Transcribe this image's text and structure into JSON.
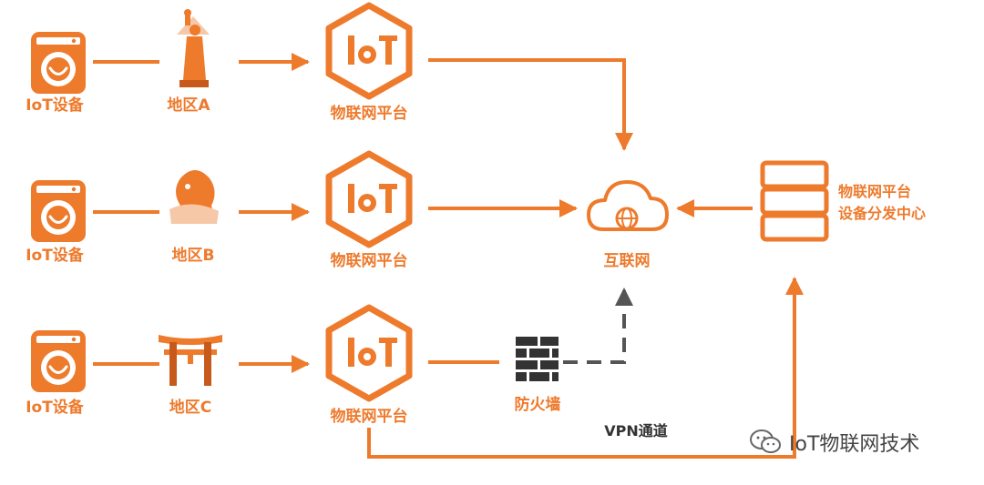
{
  "colors": {
    "accent": "#ee7a2c",
    "dark": "#333333"
  },
  "rows": [
    {
      "device_label": "IoT设备",
      "region_label": "地区A",
      "region_icon": "statue-of-liberty-icon",
      "platform_label": "物联网平台"
    },
    {
      "device_label": "IoT设备",
      "region_label": "地区B",
      "region_icon": "merlion-icon",
      "platform_label": "物联网平台"
    },
    {
      "device_label": "IoT设备",
      "region_label": "地区C",
      "region_icon": "torii-gate-icon",
      "platform_label": "物联网平台"
    }
  ],
  "platform_logo_text": "IoT",
  "internet_label": "互联网",
  "firewall_label": "防火墙",
  "vpn_label": "VPN通道",
  "dispatch_center": {
    "line1": "物联网平台",
    "line2": "设备分发中心"
  },
  "watermark": {
    "text": "IoT物联网技术",
    "icon": "wechat-icon"
  }
}
